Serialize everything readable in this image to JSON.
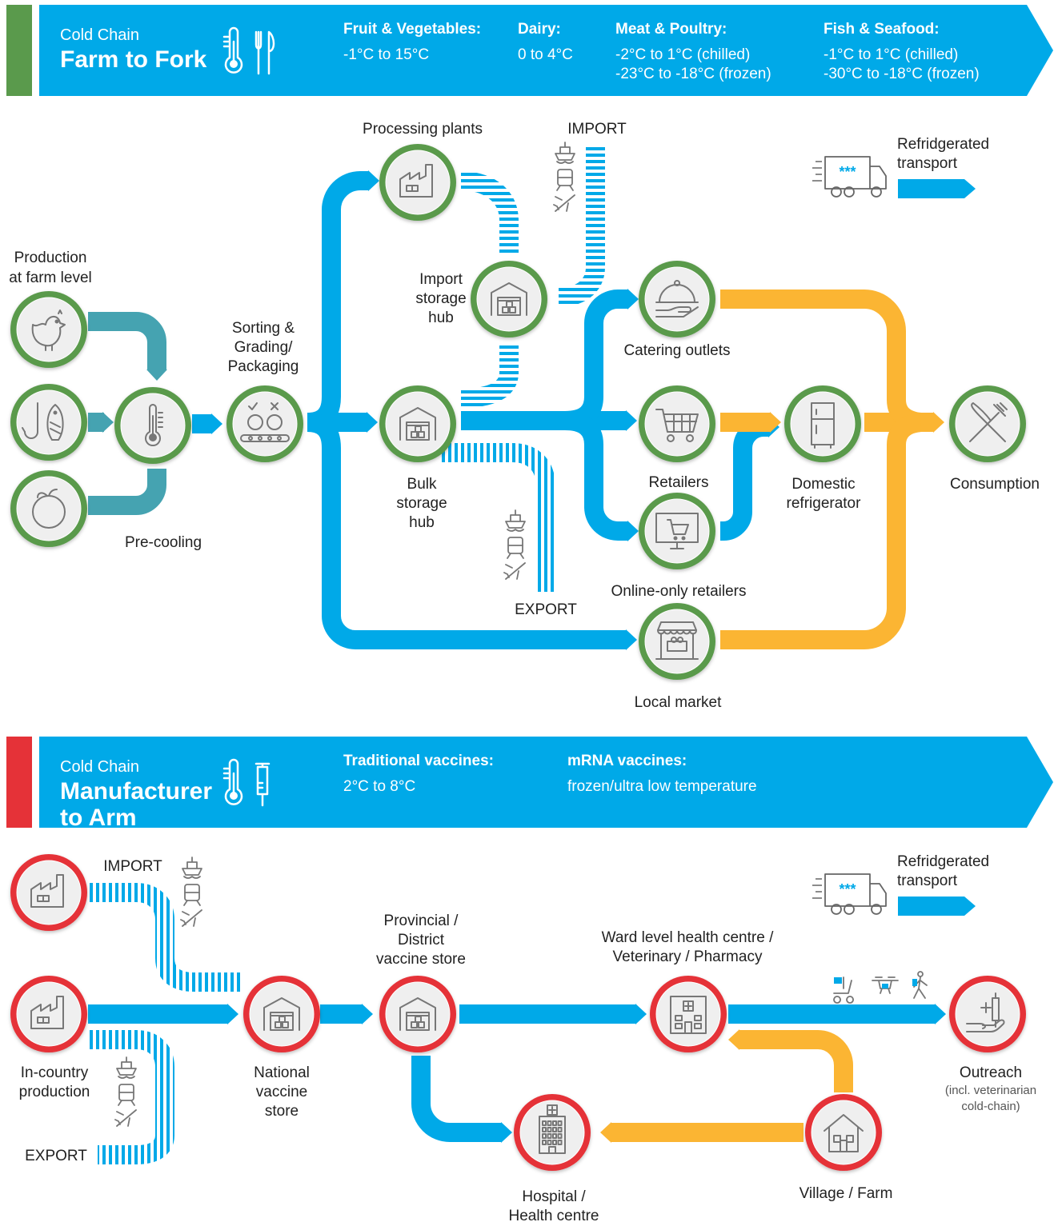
{
  "colors": {
    "blue": "#00a9e8",
    "teal": "#45a3b1",
    "orange": "#fbb533",
    "green": "#5a9a4c",
    "red": "#e53238",
    "node_fill": "#efefef",
    "icon": "#777777"
  },
  "farm": {
    "banner": {
      "kicker": "Cold Chain",
      "title": "Farm to Fork",
      "icons": [
        "thermometer-icon",
        "fork-knife-icon"
      ],
      "specs": [
        {
          "name": "Fruit & Vegetables:",
          "lines": [
            "-1°C to 15°C"
          ]
        },
        {
          "name": "Dairy:",
          "lines": [
            "0 to 4°C"
          ]
        },
        {
          "name": "Meat & Poultry:",
          "lines": [
            "-2°C to 1°C (chilled)",
            "-23°C to -18°C (frozen)"
          ]
        },
        {
          "name": "Fish & Seafood:",
          "lines": [
            "-1°C to 1°C (chilled)",
            "-30°C to -18°C (frozen)"
          ]
        }
      ]
    },
    "legend": {
      "label_lines": [
        "Refridgerated",
        "transport"
      ],
      "icon": "refrigerated-truck-icon"
    },
    "nodes": {
      "poultry": {
        "label": [],
        "icon": "chicken-icon"
      },
      "fish": {
        "label": [],
        "icon": "fish-hook-icon"
      },
      "fruit": {
        "label": [],
        "icon": "apple-icon"
      },
      "precool": {
        "label": [
          "Pre-cooling"
        ],
        "icon": "thermometer-icon"
      },
      "sorting": {
        "label": [
          "Sorting &",
          "Grading/",
          "Packaging"
        ],
        "icon": "conveyor-icon"
      },
      "processing": {
        "label": [
          "Processing plants"
        ],
        "icon": "factory-icon"
      },
      "import_hub": {
        "label": [
          "Import",
          "storage",
          "hub"
        ],
        "icon": "warehouse-icon"
      },
      "bulk_hub": {
        "label": [
          "Bulk",
          "storage",
          "hub"
        ],
        "icon": "warehouse-icon"
      },
      "catering": {
        "label": [
          "Catering outlets"
        ],
        "icon": "cloche-icon"
      },
      "retailers": {
        "label": [
          "Retailers"
        ],
        "icon": "shopping-cart-icon"
      },
      "online": {
        "label": [
          "Online-only retailers"
        ],
        "icon": "monitor-cart-icon"
      },
      "market": {
        "label": [
          "Local market"
        ],
        "icon": "market-stall-icon"
      },
      "fridge": {
        "label": [
          "Domestic",
          "refrigerator"
        ],
        "icon": "fridge-icon"
      },
      "consumption": {
        "label": [
          "Consumption"
        ],
        "icon": "fork-knife-icon"
      }
    },
    "production_label": [
      "Production",
      "at farm level"
    ],
    "import_label": "IMPORT",
    "export_label": "EXPORT"
  },
  "vaccine": {
    "banner": {
      "kicker": "Cold Chain",
      "title_lines": [
        "Manufacturer",
        "to Arm"
      ],
      "icons": [
        "thermometer-icon",
        "syringe-icon"
      ],
      "specs": [
        {
          "name": "Traditional vaccines:",
          "lines": [
            "2°C to 8°C"
          ]
        },
        {
          "name": "mRNA vaccines:",
          "lines": [
            "frozen/ultra low temperature"
          ]
        }
      ]
    },
    "legend": {
      "label_lines": [
        "Refridgerated",
        "transport"
      ],
      "icon": "refrigerated-truck-icon"
    },
    "nodes": {
      "import_factory": {
        "label": [],
        "icon": "factory-icon"
      },
      "incountry": {
        "label": [
          "In-country",
          "production"
        ],
        "icon": "factory-icon"
      },
      "national": {
        "label": [
          "National",
          "vaccine",
          "store"
        ],
        "icon": "warehouse-icon"
      },
      "provincial": {
        "label": [
          "Provincial /",
          "District",
          "vaccine store"
        ],
        "icon": "warehouse-icon"
      },
      "ward": {
        "label": [
          "Ward level health centre /",
          "Veterinary / Pharmacy"
        ],
        "icon": "clinic-icon"
      },
      "outreach": {
        "label": [
          "Outreach"
        ],
        "sub": [
          "(incl. veterinarian",
          "cold-chain)"
        ],
        "icon": "hand-syringe-icon"
      },
      "hospital": {
        "label": [
          "Hospital /",
          "Health centre"
        ],
        "icon": "hospital-icon"
      },
      "village": {
        "label": [
          "Village / Farm"
        ],
        "icon": "house-icon"
      }
    },
    "import_label": "IMPORT",
    "export_label": "EXPORT",
    "outreach_transport_icons": [
      "scooter-icon",
      "drone-icon",
      "walker-icon"
    ]
  }
}
